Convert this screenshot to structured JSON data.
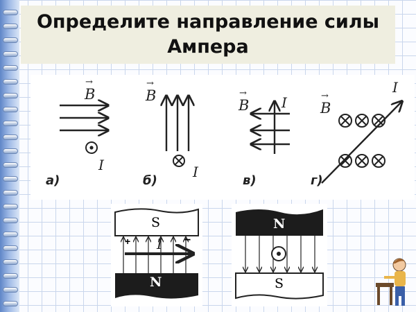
{
  "title": {
    "line1": "Определите направление силы",
    "line2": "Ампера"
  },
  "diagrams": [
    {
      "label": "а)",
      "vector": "B",
      "current": "I",
      "current_symbol": "dot"
    },
    {
      "label": "б)",
      "vector": "B",
      "current": "I",
      "current_symbol": "cross"
    },
    {
      "label": "в)",
      "vector": "B",
      "current": "I",
      "current_symbol": "arrow-up"
    },
    {
      "label": "г)",
      "vector": "B",
      "current": "I",
      "current_symbol": "arrow-diagonal"
    }
  ],
  "magnets": [
    {
      "top_pole": "S",
      "bottom_pole": "N",
      "plus": "+",
      "minus": "−",
      "current": "I"
    },
    {
      "top_pole": "N",
      "bottom_pole": "S"
    }
  ],
  "colors": {
    "title_bg": "#efeee0",
    "grid": "#c9d6ec",
    "binding": "#5f86c7",
    "ink": "#222222"
  },
  "icons": {
    "binding": "spiral-binding-icon",
    "student": "student-at-desk-icon"
  }
}
